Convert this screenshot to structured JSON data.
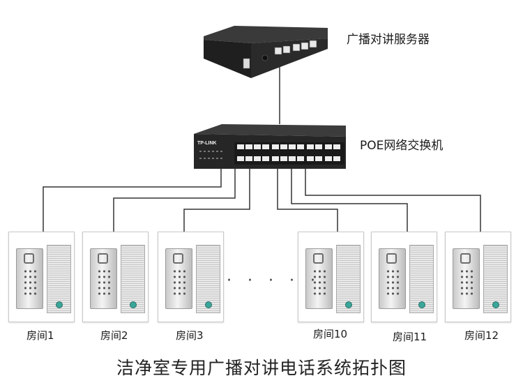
{
  "server": {
    "label": "广播对讲服务器",
    "device_text": ""
  },
  "switch": {
    "label": "POE网络交换机",
    "brand": "TP-LINK"
  },
  "rooms": [
    {
      "label": "房间1"
    },
    {
      "label": "房间2"
    },
    {
      "label": "房间3"
    },
    {
      "label": "房间10"
    },
    {
      "label": "房间11"
    },
    {
      "label": "房间12"
    }
  ],
  "ellipsis": "· · · · ·",
  "title": "洁净室专用广播对讲电话系统拓扑图",
  "colors": {
    "cable": "#333333",
    "device_dark": "#2b2b2b",
    "port_light": "#f0f0f0",
    "indicator": "#3aa69a"
  }
}
